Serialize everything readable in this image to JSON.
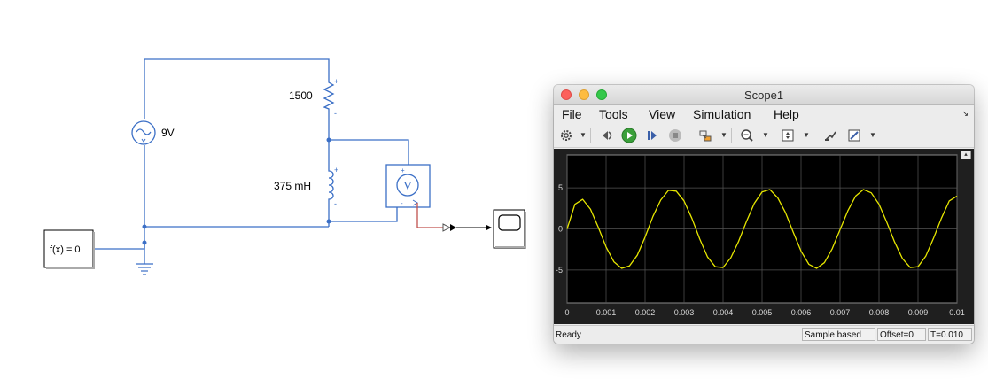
{
  "model": {
    "voltage_source_label": "9V",
    "resistor_label": "1500",
    "inductor_label": "375 mH",
    "solver_block_label": "f(x) = 0",
    "voltmeter_symbol": "V",
    "terminal_plus": "+",
    "terminal_minus": "-",
    "wire_color": "#3b6fc6",
    "signal_wire_color": "#c0504d"
  },
  "scope_window": {
    "title": "Scope1",
    "menu": [
      "File",
      "Tools",
      "View",
      "Simulation",
      "Help"
    ],
    "toolbar_icons": [
      "settings-gear-icon",
      "rewind-step-back-icon",
      "run-play-icon",
      "step-forward-icon",
      "stop-icon",
      "highlight-simulink-block-icon",
      "zoom-icon",
      "autoscale-axes-icon",
      "restore-layout-icon",
      "style-pen-icon"
    ],
    "status": {
      "ready": "Ready",
      "sample_mode": "Sample based",
      "offset": "Offset=0",
      "time": "T=0.010"
    }
  },
  "chart_data": {
    "type": "line",
    "title": "",
    "xlabel": "",
    "ylabel": "",
    "xlim": [
      0,
      0.01
    ],
    "ylim": [
      -9,
      9
    ],
    "xticks": [
      "0",
      "0.001",
      "0.002",
      "0.003",
      "0.004",
      "0.005",
      "0.006",
      "0.007",
      "0.008",
      "0.009",
      "0.01"
    ],
    "yticks": [
      "5",
      "0",
      "-5"
    ],
    "grid": true,
    "background_color": "#000000",
    "series": [
      {
        "color": "#e6e600",
        "x": [
          0,
          0.0002,
          0.0004,
          0.0006,
          0.0008,
          0.001,
          0.0012,
          0.0014,
          0.0016,
          0.0018,
          0.002,
          0.0022,
          0.0024,
          0.0026,
          0.0028,
          0.003,
          0.0032,
          0.0034,
          0.0036,
          0.0038,
          0.004,
          0.0042,
          0.0044,
          0.0046,
          0.0048,
          0.005,
          0.0052,
          0.0054,
          0.0056,
          0.0058,
          0.006,
          0.0062,
          0.0064,
          0.0066,
          0.0068,
          0.007,
          0.0072,
          0.0074,
          0.0076,
          0.0078,
          0.008,
          0.0082,
          0.0084,
          0.0086,
          0.0088,
          0.009,
          0.0092,
          0.0094,
          0.0096,
          0.0098,
          0.01
        ],
        "y": [
          0.0,
          3.0,
          3.6,
          2.4,
          0.2,
          -2.2,
          -4.0,
          -4.8,
          -4.5,
          -3.2,
          -1.0,
          1.5,
          3.5,
          4.7,
          4.6,
          3.4,
          1.3,
          -1.2,
          -3.4,
          -4.6,
          -4.7,
          -3.5,
          -1.5,
          0.9,
          3.1,
          4.5,
          4.8,
          3.8,
          2.0,
          -0.4,
          -2.7,
          -4.3,
          -4.8,
          -4.1,
          -2.4,
          -0.1,
          2.2,
          4.0,
          4.8,
          4.4,
          3.0,
          0.8,
          -1.6,
          -3.6,
          -4.7,
          -4.6,
          -3.3,
          -1.1,
          1.3,
          3.4,
          4.0
        ]
      }
    ]
  }
}
